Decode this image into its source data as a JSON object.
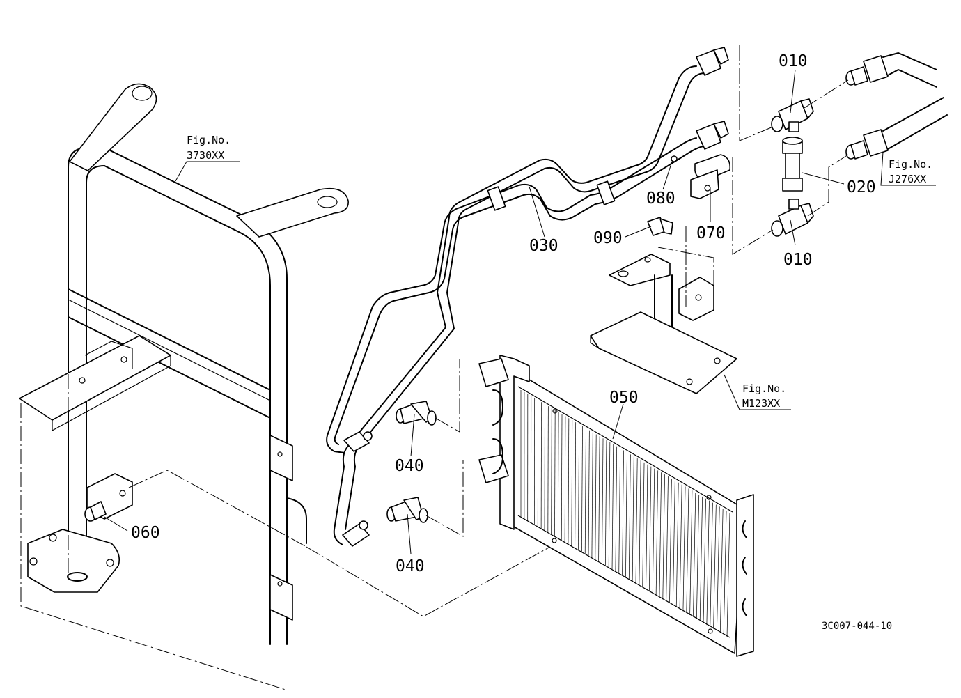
{
  "parts": [
    {
      "id": "p010a",
      "number": "010"
    },
    {
      "id": "p010b",
      "number": "010"
    },
    {
      "id": "p020",
      "number": "020"
    },
    {
      "id": "p030",
      "number": "030"
    },
    {
      "id": "p040a",
      "number": "040"
    },
    {
      "id": "p040b",
      "number": "040"
    },
    {
      "id": "p050",
      "number": "050"
    },
    {
      "id": "p060",
      "number": "060"
    },
    {
      "id": "p070",
      "number": "070"
    },
    {
      "id": "p080",
      "number": "080"
    },
    {
      "id": "p090",
      "number": "090"
    }
  ],
  "figure_refs": [
    {
      "id": "cab",
      "line1": "Fig.No.",
      "line2": "3730XX"
    },
    {
      "id": "pipe",
      "line1": "Fig.No.",
      "line2": "J276XX"
    },
    {
      "id": "bracket",
      "line1": "Fig.No.",
      "line2": "M123XX"
    }
  ],
  "drawing_code": "3C007-044-10"
}
